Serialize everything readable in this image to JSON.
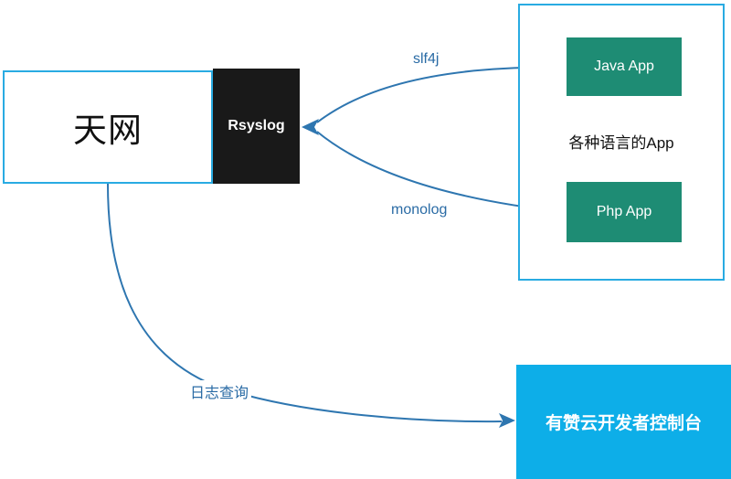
{
  "diagram": {
    "skynet": {
      "label": "天网"
    },
    "rsyslog": {
      "label": "Rsyslog"
    },
    "apps_group": {
      "caption": "各种语言的App",
      "java_app": {
        "label": "Java App"
      },
      "php_app": {
        "label": "Php App"
      }
    },
    "console": {
      "label": "有赞云开发者控制台"
    },
    "edges": {
      "slf4j_label": "slf4j",
      "monolog_label": "monolog",
      "log_query_label": "日志查询"
    },
    "colors": {
      "container_border": "#29ABE2",
      "skynet_border": "#29ABE2",
      "rsyslog_fill": "#191919",
      "app_fill": "#1E8C74",
      "console_fill": "#0DAEE8",
      "arrow_stroke": "#2E76B0",
      "edge_label_text": "#2A6BA5"
    }
  }
}
